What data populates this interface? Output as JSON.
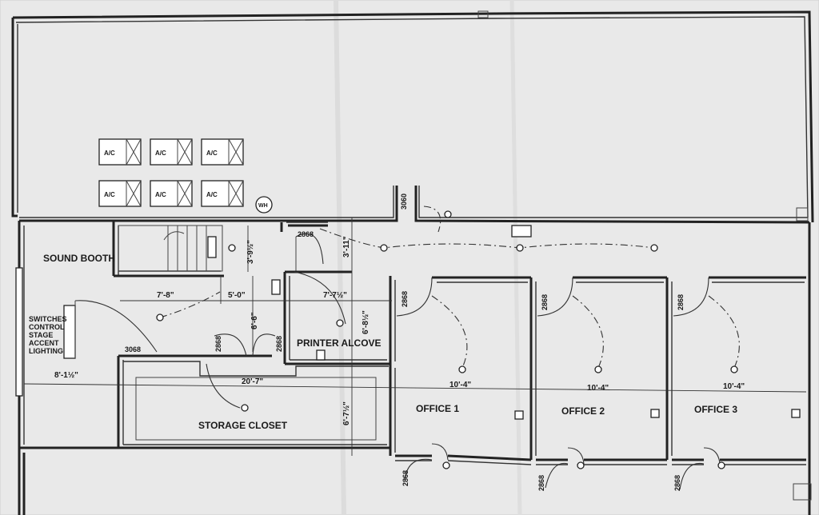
{
  "rooms": {
    "sound_booth": "SOUND BOOTH",
    "printer_alcove": "PRINTER ALCOVE",
    "storage_closet": "STORAGE CLOSET",
    "office_1": "OFFICE 1",
    "office_2": "OFFICE 2",
    "office_3": "OFFICE 3"
  },
  "switches": [
    "SWITCHES",
    "CONTROL",
    "STAGE",
    "ACCENT",
    "LIGHTING"
  ],
  "ac_units": [
    "A/C",
    "A/C",
    "A/C",
    "A/C",
    "A/C",
    "A/C"
  ],
  "wh_label": "WH",
  "door_tags": {
    "d1": "3060",
    "d2": "2868",
    "d3": "2868",
    "d4": "2868",
    "d5": "2868",
    "d6": "2868",
    "d7": "3068",
    "d8": "2868",
    "d9": "2868",
    "d10": "2868",
    "d11": "2868"
  },
  "dimensions": {
    "d_3_9h": "3'-9½\"",
    "d_3_11": "3'-11\"",
    "d_7_8": "7'-8\"",
    "d_5_0": "5'-0\"",
    "d_7_7h": "7'-7½\"",
    "d_6_6": "6'-6\"",
    "d_6_8h": "6'-8½\"",
    "d_8_1h": "8'-1½\"",
    "d_20_7": "20'-7\"",
    "d_6_7h": "6'-7½\"",
    "d_10_4a": "10'-4\"",
    "d_10_4b": "10'-4\"",
    "d_10_4c": "10'-4\""
  },
  "colors": {
    "paper": "#e9e9e9",
    "line": "#222222"
  }
}
